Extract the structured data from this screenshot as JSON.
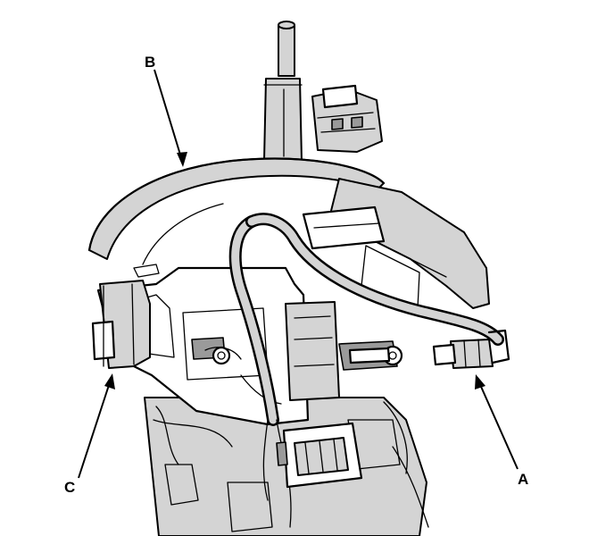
{
  "callouts": {
    "a": "A",
    "b": "B",
    "c": "C"
  },
  "colors": {
    "line": "#000000",
    "shading": "#d4d4d4",
    "background": "#ffffff"
  }
}
